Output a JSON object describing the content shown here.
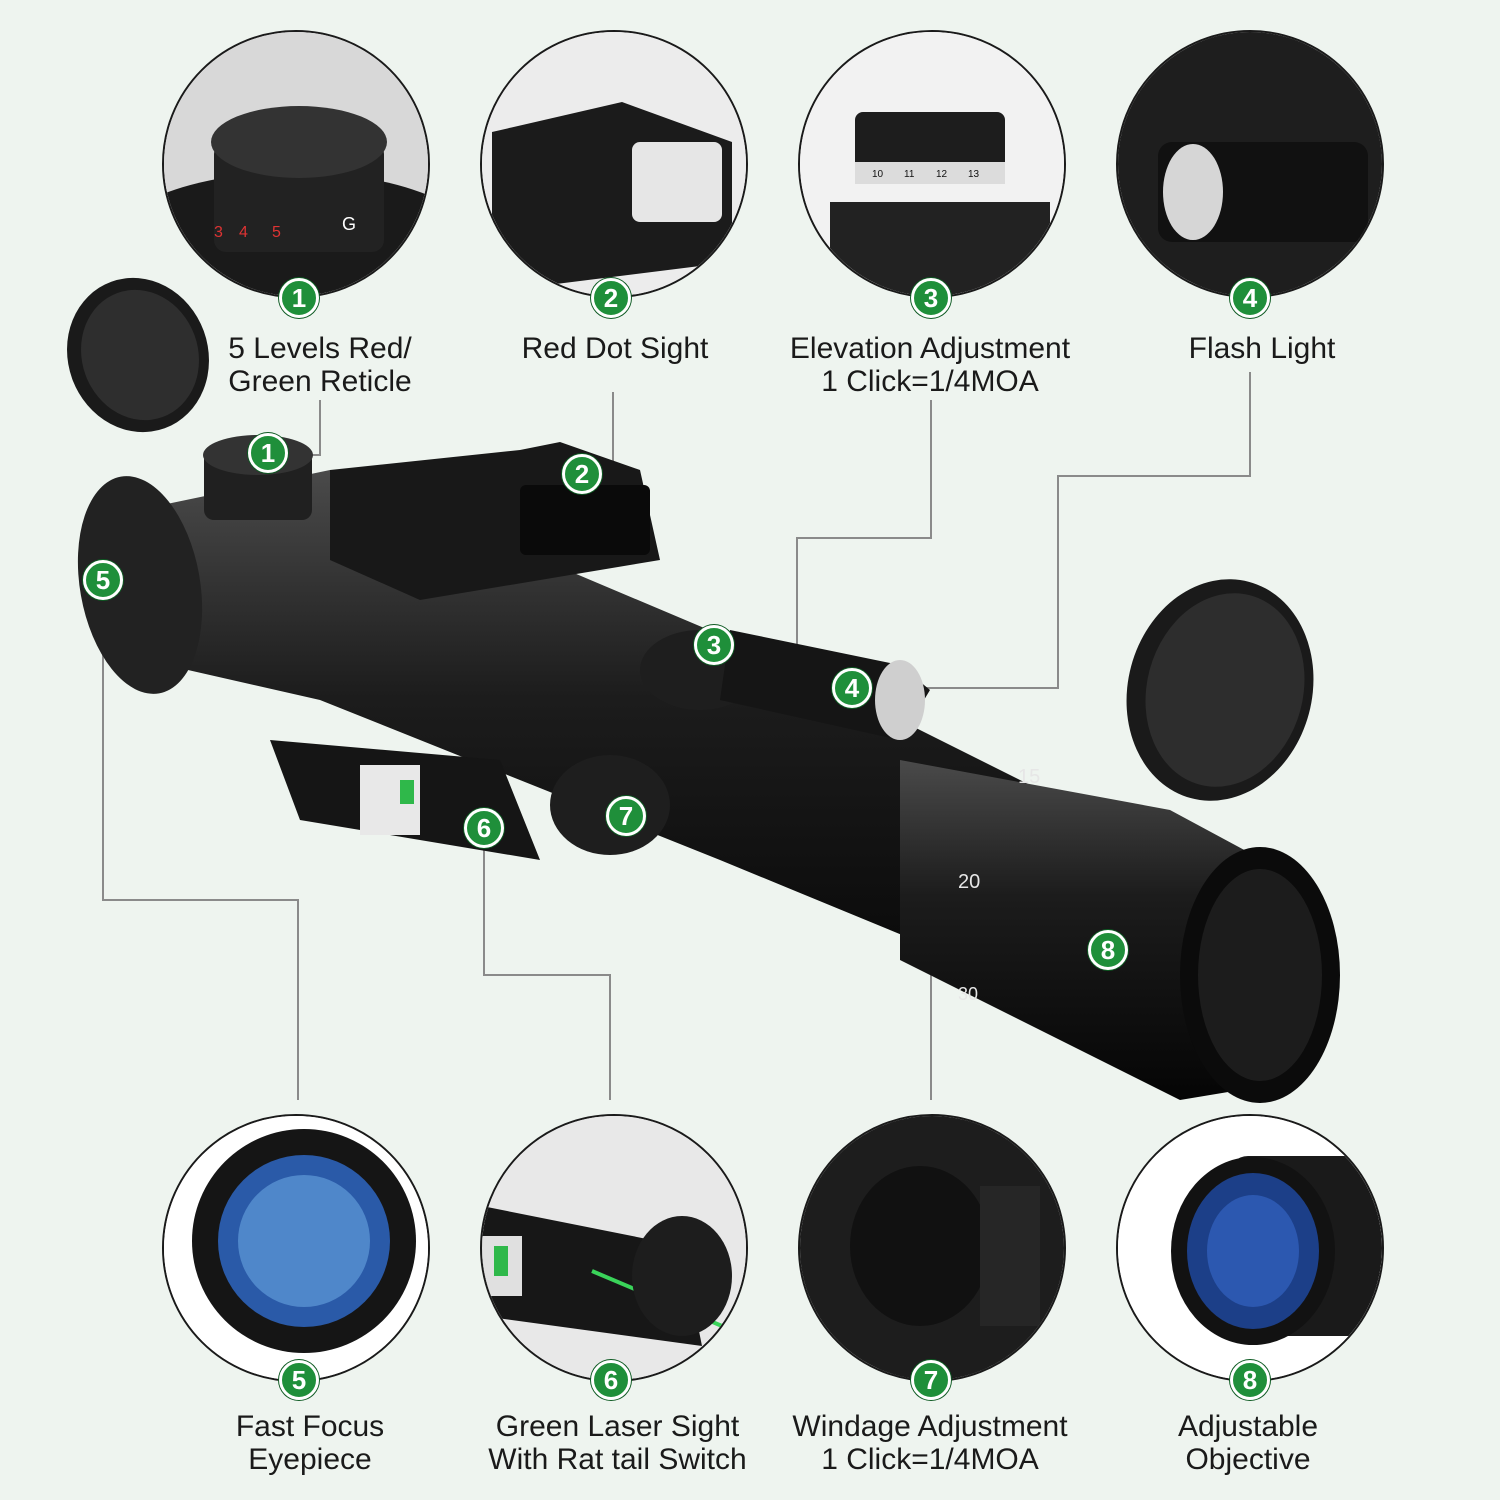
{
  "colors": {
    "accent": "#1f8f3a",
    "background": "#eef4ef",
    "line": "#8a8a8a"
  },
  "features": [
    {
      "number": "1",
      "line1": "5 Levels Red/",
      "line2": "Green Reticle"
    },
    {
      "number": "2",
      "line1": "Red Dot Sight",
      "line2": ""
    },
    {
      "number": "3",
      "line1": "Elevation Adjustment",
      "line2": "1 Click=1/4MOA"
    },
    {
      "number": "4",
      "line1": "Flash Light",
      "line2": ""
    },
    {
      "number": "5",
      "line1": "Fast Focus",
      "line2": "Eyepiece"
    },
    {
      "number": "6",
      "line1": "Green Laser Sight",
      "line2": "With Rat tail Switch"
    },
    {
      "number": "7",
      "line1": "Windage Adjustment",
      "line2": "1 Click=1/4MOA"
    },
    {
      "number": "8",
      "line1": "Adjustable",
      "line2": "Objective"
    }
  ],
  "dial_marks": {
    "turret_1": [
      "3",
      "4",
      "5",
      "G"
    ],
    "zoom_ring": [
      "15",
      "20",
      "30"
    ],
    "elevation_scale": [
      "10",
      "11",
      "12",
      "13"
    ]
  }
}
